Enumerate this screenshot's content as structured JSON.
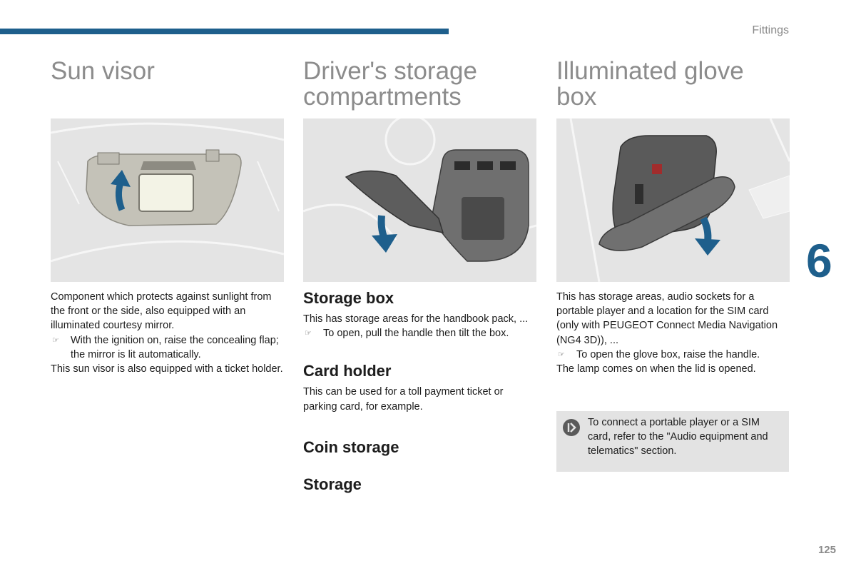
{
  "header": {
    "section": "Fittings"
  },
  "tab_number": "6",
  "page_number": "125",
  "col1": {
    "title": "Sun visor",
    "p1": "Component which protects against sunlight from the front or the side, also equipped with an illuminated courtesy mirror.",
    "bullet1": "With the ignition on, raise the concealing flap; the mirror is lit automatically.",
    "p2": "This sun visor is also equipped with a ticket holder."
  },
  "col2": {
    "title_line1": "Driver's storage",
    "title_line2": "compartments",
    "h_storage_box": "Storage box",
    "storage_box_text": "This has storage areas for the handbook pack, ...",
    "storage_box_bullet": "To open, pull the handle then tilt the box.",
    "h_card_holder": "Card holder",
    "card_holder_text": "This can be used for a toll payment ticket or parking card, for example.",
    "h_coin_storage": "Coin storage",
    "h_storage": "Storage"
  },
  "col3": {
    "title_line1": "Illuminated glove",
    "title_line2": "box",
    "p1": "This has storage areas, audio sockets for a portable player and a location for the SIM card (only with PEUGEOT Connect Media Navigation (NG4 3D)), ...",
    "bullet1": "To open the glove box, raise the handle.",
    "p2": "The lamp comes on when the lid is opened.",
    "note": "To connect a portable player or a SIM card, refer to the \"Audio equipment and telematics\" section."
  },
  "colors": {
    "accent": "#1e5f8c",
    "title_grey": "#8c8c8c",
    "note_bg": "#e3e3e3"
  },
  "icons": {
    "bullet": "finger-pointing-icon",
    "note": "next-arrow-icon"
  }
}
